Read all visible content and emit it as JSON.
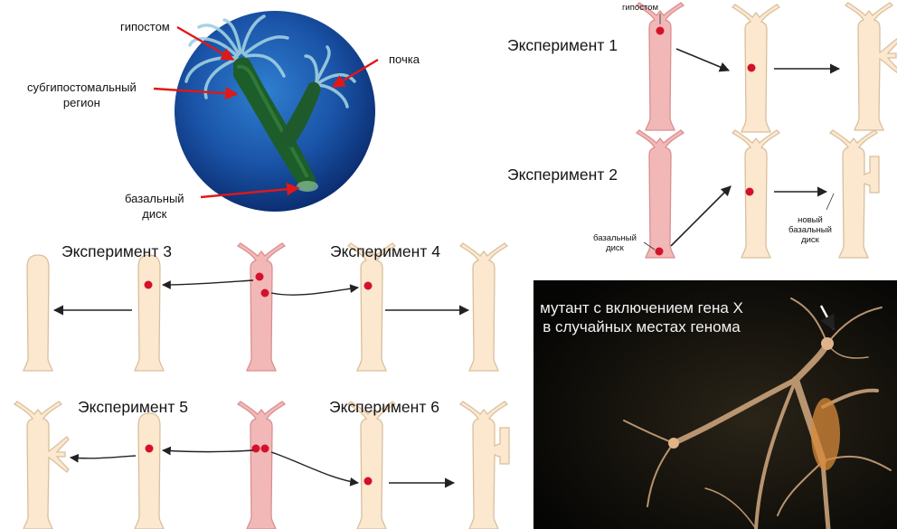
{
  "photo_labels": {
    "hypostome": "гипостом",
    "subhypostomal": "субгипостомальный\nрегион",
    "bud": "почка",
    "basal_disc": "базальный\nдиск"
  },
  "experiments": {
    "e1": "Эксперимент 1",
    "e2": "Эксперимент 2",
    "e3": "Эксперимент 3",
    "e4": "Эксперимент 4",
    "e5": "Эксперимент 5",
    "e6": "Эксперимент 6"
  },
  "exp_labels": {
    "hypostome": "гипостом",
    "basal_disc": "базальный\nдиск",
    "new_basal_disc": "новый\nбазальный\nдиск"
  },
  "mutant_caption": "мутант с включением гена Х в случайных местах генома",
  "colors": {
    "donor_body": "#f2b8b8",
    "donor_outline": "#d98f8f",
    "host_body": "#fbe8cf",
    "host_outline": "#d9bf9c",
    "graft_spot": "#d3122a",
    "arrow": "#222222",
    "pointer_red": "#e01818"
  }
}
